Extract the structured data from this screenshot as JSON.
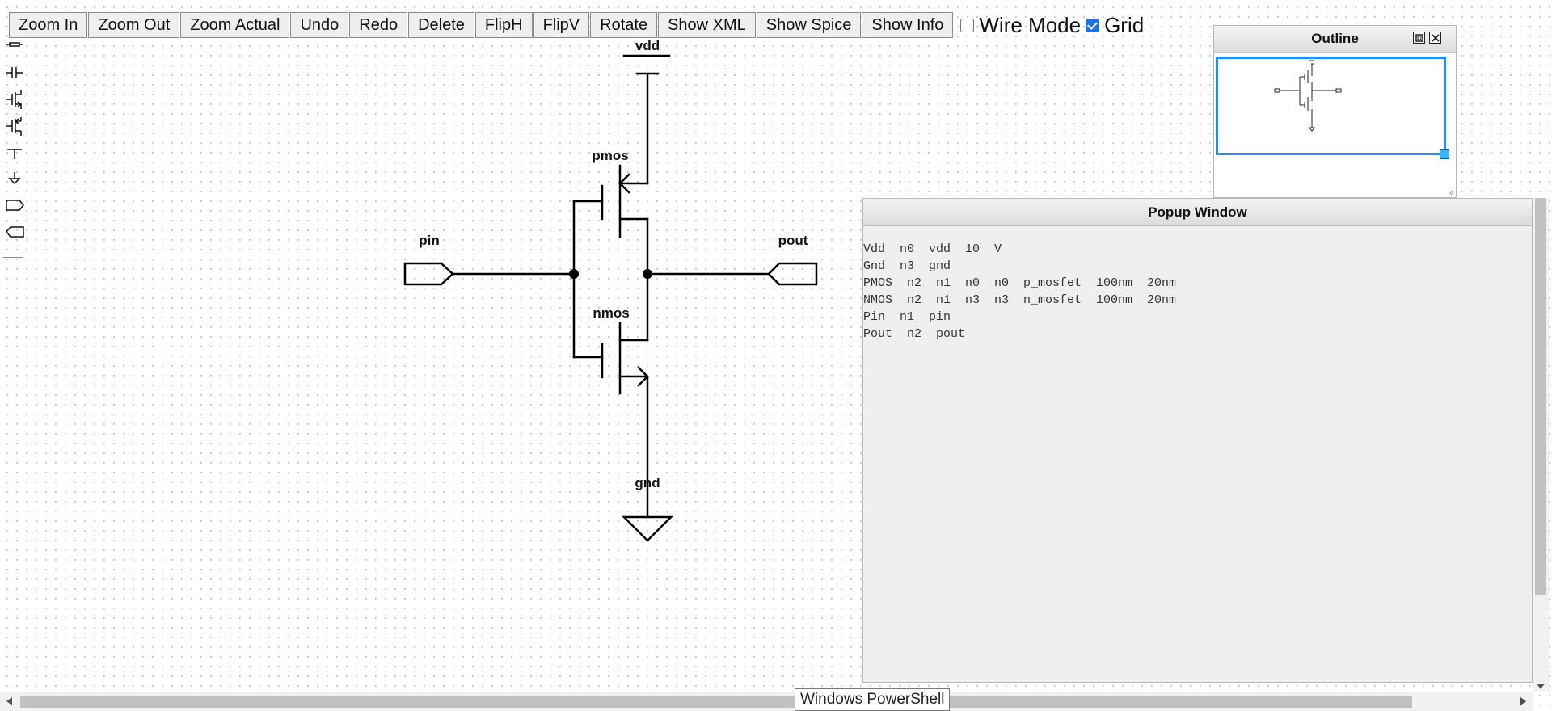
{
  "toolbar": {
    "buttons": [
      "Zoom In",
      "Zoom Out",
      "Zoom Actual",
      "Undo",
      "Redo",
      "Delete",
      "FlipH",
      "FlipV",
      "Rotate",
      "Show XML",
      "Show Spice",
      "Show Info"
    ],
    "wire_mode": {
      "label": "Wire Mode",
      "checked": false
    },
    "grid": {
      "label": "Grid",
      "checked": true
    }
  },
  "palette": {
    "items": [
      "resistor-icon",
      "capacitor-icon",
      "nmos-icon",
      "pmos-icon",
      "vdd-icon",
      "ground-icon",
      "input-pin-icon",
      "output-pin-icon"
    ]
  },
  "schematic": {
    "labels": {
      "vdd": "vdd",
      "pmos": "pmos",
      "nmos": "nmos",
      "pin": "pin",
      "pout": "pout",
      "gnd": "gnd"
    }
  },
  "outline": {
    "title": "Outline"
  },
  "popup": {
    "title": "Popup Window",
    "lines": [
      "Vdd  n0  vdd  10  V",
      "Gnd  n3  gnd",
      "PMOS  n2  n1  n0  n0  p_mosfet  100nm  20nm",
      "NMOS  n2  n1  n3  n3  n_mosfet  100nm  20nm",
      "Pin  n1  pin",
      "Pout  n2  pout"
    ]
  },
  "taskbar_tooltip": "Windows PowerShell",
  "colors": {
    "accent": "#1e90ff",
    "handle": "#38b6ff",
    "wire": "#000000"
  }
}
